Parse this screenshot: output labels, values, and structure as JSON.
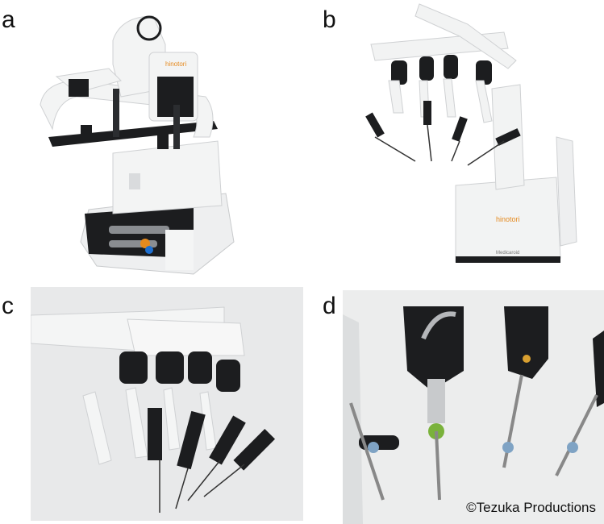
{
  "panel_labels": {
    "a": "a",
    "b": "b",
    "c": "c",
    "d": "d"
  },
  "brand": {
    "logo": "hinotori",
    "sub": "Medicaroid"
  },
  "credit": "©Tezuka Productions",
  "colors": {
    "body": "#f2f3f3",
    "dark": "#1c1d1f",
    "mid": "#595c61",
    "accent_orange": "#e58a1f",
    "accent_blue": "#1e6fd0",
    "accent_green": "#7ab23b",
    "backdrop": "#e8e9ea"
  }
}
